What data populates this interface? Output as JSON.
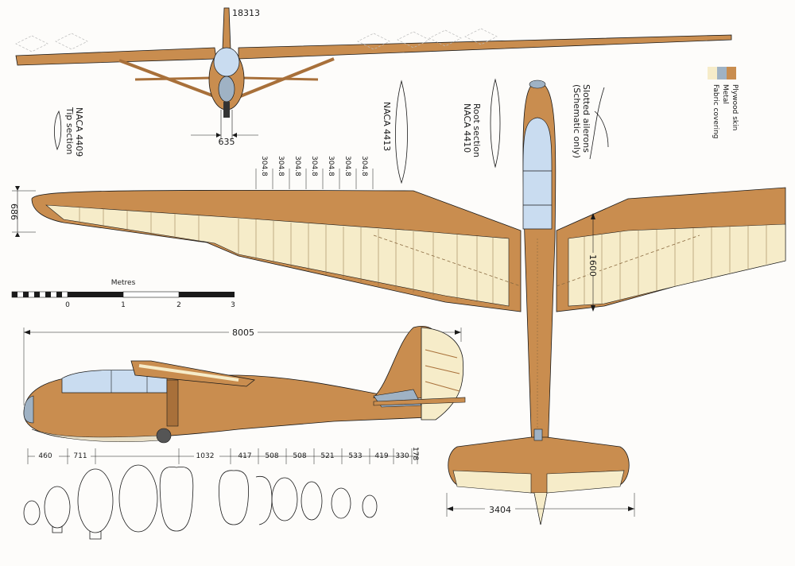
{
  "colors": {
    "plywood": "#c98d4f",
    "plywood_dark": "#a8703a",
    "metal": "#9fb2c4",
    "fabric": "#f6ecc9",
    "canopy": "#c9dcf0",
    "line": "#1a1a1a"
  },
  "labels": {
    "serial": "18313",
    "tip_section": [
      "Tip section",
      "NACA 4409"
    ],
    "naca_4413": "NACA 4413",
    "root_section": [
      "Root section",
      "NACA 4410"
    ],
    "slotted_ailerons": [
      "Slotted ailerons",
      "(Schematic only)"
    ],
    "legend": [
      "Plywood skin",
      "Metal",
      "Fabric covering"
    ],
    "scale_title": "Metres",
    "scale_ticks": [
      "0",
      "1",
      "2",
      "3"
    ]
  },
  "dimensions": {
    "front_width": "635",
    "rib_spacing": [
      "304.8",
      "304.8",
      "304.8",
      "304.8",
      "304.8",
      "304.8",
      "304.8"
    ],
    "tip_chord": "686",
    "root_chord": "1600",
    "length": "8005",
    "tailplane_span": "3404",
    "stations": [
      "460",
      "711",
      "1032",
      "417",
      "508",
      "508",
      "521",
      "533",
      "419",
      "330",
      "178"
    ]
  }
}
